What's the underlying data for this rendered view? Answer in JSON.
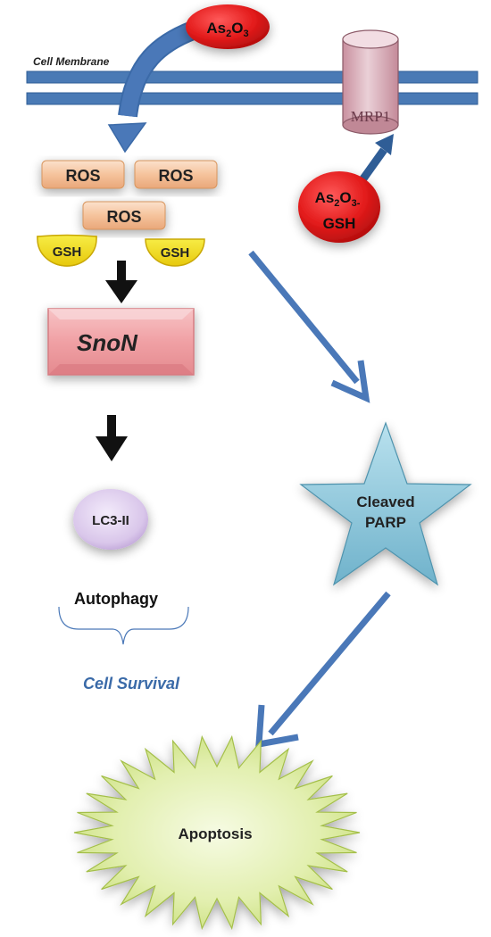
{
  "membrane": {
    "label": "Cell Membrane"
  },
  "transporter": {
    "label": "MRP1"
  },
  "drug": {
    "base": "As",
    "sub1": "2",
    "mid": "O",
    "sub2": "3"
  },
  "complex": {
    "base": "As",
    "sub1": "2",
    "mid": "O",
    "sub2": "3-",
    "line2": "GSH"
  },
  "ros": {
    "labels": [
      "ROS",
      "ROS",
      "ROS"
    ]
  },
  "gsh": {
    "labels": [
      "GSH",
      "GSH"
    ]
  },
  "snon": {
    "label": "SnoN"
  },
  "lc3": {
    "label": "LC3-II"
  },
  "autophagy": {
    "label": "Autophagy"
  },
  "survival": {
    "label": "Cell Survival"
  },
  "parp": {
    "line1": "Cleaved",
    "line2": "PARP"
  },
  "apoptosis": {
    "label": "Apoptosis"
  },
  "colors": {
    "membrane": "#4a7ab5",
    "arrow_blue": "#4a78b8",
    "drug_red": "#e31b1b",
    "ros_fill": "#f5c39c",
    "gsh_fill": "#f3e11a",
    "snon_fill": "#f0a0a4",
    "star_fill": "#86c6dc",
    "burst_fill": "#d8eb9a",
    "lc3_fill": "#d9c6ea",
    "mrp1_fill": "#d9a9b6",
    "survival_text": "#3a6aa8"
  }
}
